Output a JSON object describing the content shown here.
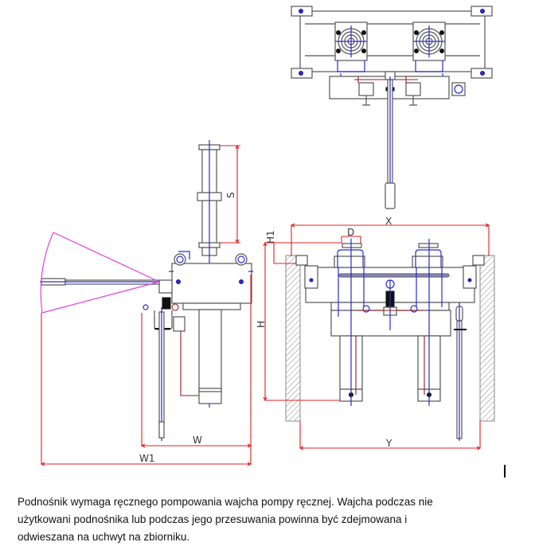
{
  "drawing": {
    "title": "Technical drawing of hydraulic jack with hand pump (top view, side view, front view)",
    "views": [
      "top-view",
      "side-view",
      "front-view"
    ],
    "dimension_labels": {
      "stroke": "S",
      "height": "H",
      "height_1": "H1",
      "diameter": "D",
      "width_x": "X",
      "width_y": "Y",
      "width_w": "W",
      "width_w1": "W1"
    },
    "colors": {
      "outline": "#555555",
      "centerline": "#2a2ad0",
      "dimension": "#e02020",
      "hydraulic_line": "#9a1a1a",
      "handle_swing": "#e040e0",
      "hatch": "#888888"
    }
  },
  "caption": {
    "lines": [
      "Podnośnik  wymaga ręcznego pompowania  wajcha pompy ręcznej. Wajcha podczas nie",
      "użytkowani podnośnika  lub podczas jego  przesuwania powinna być zdejmowana i",
      "odwieszana na uchwyt na zbiorniku."
    ]
  }
}
